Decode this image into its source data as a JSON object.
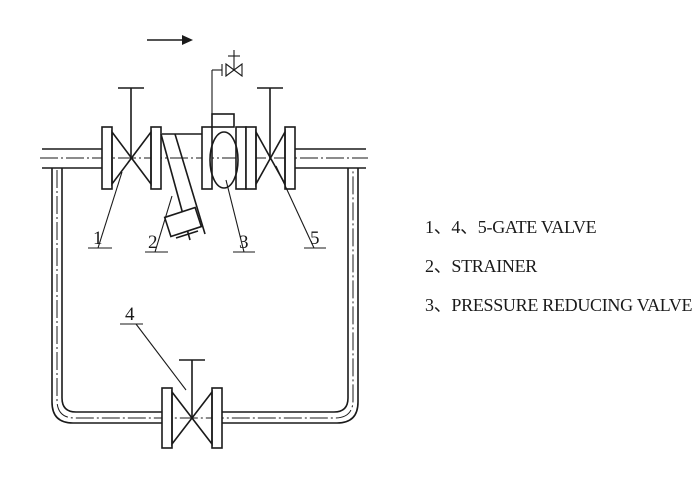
{
  "callouts": {
    "c1": "1",
    "c2": "2",
    "c3": "3",
    "c4": "4",
    "c5": "5"
  },
  "legend": [
    "1、4、5-GATE VALVE",
    "2、STRAINER",
    "3、PRESSURE REDUCING VALVE"
  ],
  "colors": {
    "line": "#1a1a1a",
    "background": "#ffffff"
  }
}
